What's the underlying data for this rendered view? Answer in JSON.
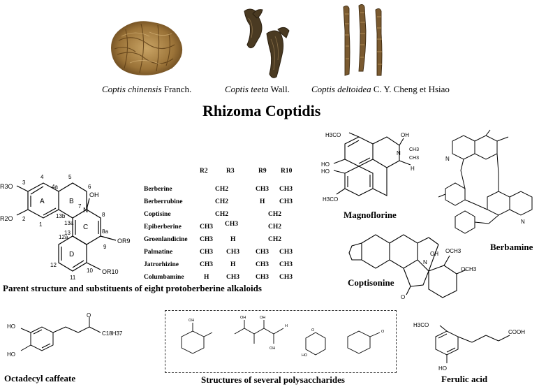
{
  "photos": [
    {
      "genus": "Coptis",
      "species": "chinensis",
      "authority": "Franch."
    },
    {
      "genus": "Coptis",
      "species": "teeta",
      "authority": "Wall."
    },
    {
      "genus": "Coptis",
      "species": "deltoidea",
      "authority": "C. Y. Cheng et Hsiao"
    }
  ],
  "title": "Rhizoma Coptidis",
  "table": {
    "headers": [
      "R2",
      "R3",
      "R9",
      "R10"
    ],
    "rows": [
      {
        "name": "Berberine",
        "r2r3": "CH2",
        "r9": "CH3",
        "r10": "CH3"
      },
      {
        "name": "Berberrubine",
        "r2r3": "CH2",
        "r9": "H",
        "r10": "CH3"
      },
      {
        "name": "Coptisine",
        "r2r3": "CH2",
        "r9r10": "CH2"
      },
      {
        "name": "Epiberberine",
        "r2": "CH3",
        "r3": "CH3",
        "r9r10": "CH2"
      },
      {
        "name": "Groenlandicine",
        "r2": "CH3",
        "r3": "H",
        "r9r10": "CH2"
      },
      {
        "name": "Palmatine",
        "r2": "CH3",
        "r3": "CH3",
        "r9": "CH3",
        "r10": "CH3"
      },
      {
        "name": "Jatrorhizine",
        "r2": "CH3",
        "r3": "H",
        "r9": "CH3",
        "r10": "CH3"
      },
      {
        "name": "Columbamine",
        "r2": "H",
        "r3": "CH3",
        "r9": "CH3",
        "r10": "CH3"
      }
    ]
  },
  "labels": {
    "parent": "Parent structure and substituents of eight protoberberine alkaloids",
    "magnoflorine": "Magnoflorine",
    "berbamine": "Berbamine",
    "coptisonine": "Coptisonine",
    "octadecyl": "Octadecyl caffeate",
    "polysaccharides": "Structures of several polysaccharides",
    "ferulic": "Ferulic acid"
  },
  "atoms": {
    "parent": {
      "r3o": "R3O",
      "r2o": "R2O",
      "or9": "OR9",
      "or10": "OR10",
      "n": "N",
      "oh": "OH",
      "ring_a": "A",
      "ring_b": "B",
      "ring_c": "C",
      "ring_d": "D",
      "pos": [
        "1",
        "2",
        "3",
        "4",
        "4a",
        "5",
        "6",
        "7",
        "8",
        "8a",
        "9",
        "10",
        "11",
        "12",
        "12a",
        "13",
        "13a",
        "13b"
      ]
    },
    "magnoflorine": {
      "meo1": "H3CO",
      "ho1": "HO",
      "ho2": "HO",
      "meo2": "H3CO",
      "n": "N",
      "oh": "OH",
      "me1": "CH3",
      "me2": "CH3",
      "h": "H"
    },
    "coptisonine": {
      "n": "N",
      "oh": "OH",
      "ome1": "OCH3",
      "ome2": "OCH3",
      "o": "O"
    },
    "berbamine": {
      "n1": "N",
      "n2": "N"
    },
    "octadecyl": {
      "ho1": "HO",
      "ho2": "HO",
      "o": "O",
      "chain": "C18H37"
    },
    "ferulic": {
      "meo": "H3CO",
      "ho": "HO",
      "cooh": "COOH"
    },
    "poly": {
      "oh": "OH",
      "h": "H",
      "o": "O",
      "ho": "HO"
    }
  }
}
